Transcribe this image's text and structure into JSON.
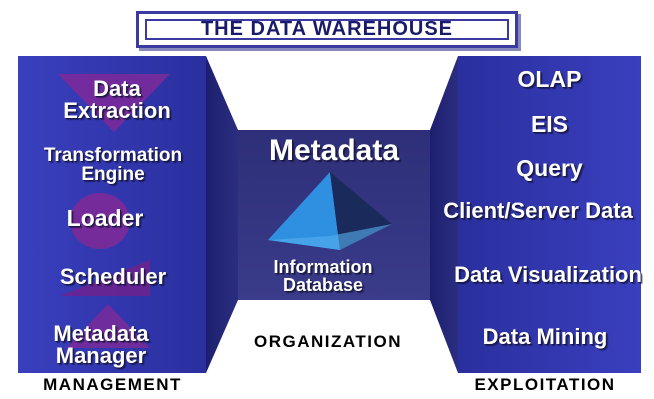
{
  "title": "THE DATA WAREHOUSE",
  "management": {
    "items": [
      "Data Extraction",
      "Transformation Engine",
      "Loader",
      "Scheduler",
      "Metadata Manager"
    ],
    "label": "MANAGEMENT"
  },
  "organization": {
    "heading": "Metadata",
    "pyramid_caption": "Information Database",
    "label": "ORGANIZATION"
  },
  "exploitation": {
    "items": [
      "OLAP",
      "EIS",
      "Query",
      "Client/Server Data",
      "Data Visualization",
      "Data Mining"
    ],
    "label": "EXPLOITATION"
  },
  "colors": {
    "panel": "#2a2f9e",
    "panel_dark": "#1d1f6e",
    "accent": "#7a2a9a",
    "pyramid": "#2f8fe0",
    "title_text": "#1a1a6a"
  }
}
